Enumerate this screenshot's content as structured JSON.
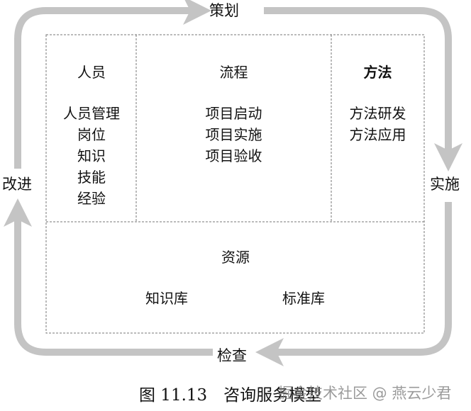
{
  "cycle": {
    "plan": "策划",
    "do": "实施",
    "check": "检查",
    "act": "改进"
  },
  "cells": {
    "people": {
      "title": "人员",
      "items": [
        "人员管理",
        "岗位",
        "知识",
        "技能",
        "经验"
      ]
    },
    "process": {
      "title": "流程",
      "items": [
        "项目启动",
        "项目实施",
        "项目验收"
      ]
    },
    "method": {
      "title": "方法",
      "items": [
        "方法研发",
        "方法应用"
      ]
    },
    "resources": {
      "title": "资源",
      "items": [
        "知识库",
        "标准库"
      ]
    }
  },
  "caption": "图 11.13　咨询服务模型",
  "watermark": "掘金技术社区 @ 燕云少君",
  "colors": {
    "arrow": "#c4c4c4",
    "border": "#777777"
  }
}
